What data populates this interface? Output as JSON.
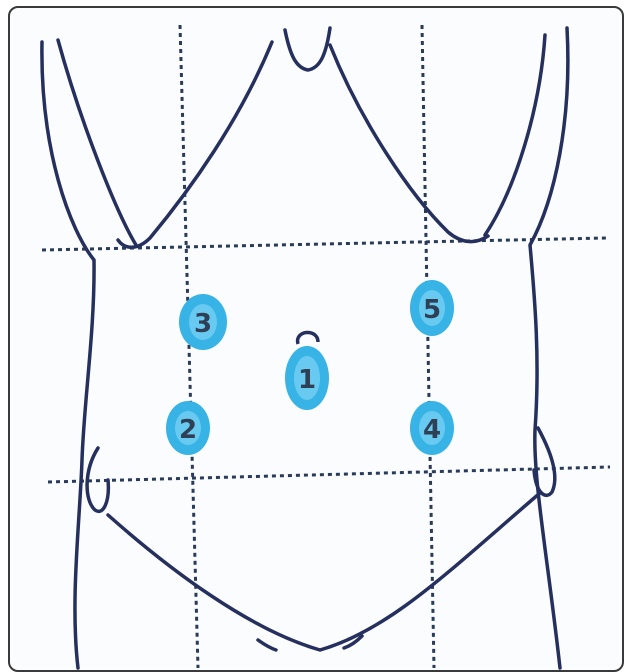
{
  "figure": {
    "ports": [
      {
        "id": "port-1",
        "label": "1"
      },
      {
        "id": "port-2",
        "label": "2"
      },
      {
        "id": "port-3",
        "label": "3"
      },
      {
        "id": "port-4",
        "label": "4"
      },
      {
        "id": "port-5",
        "label": "5"
      }
    ],
    "colors": {
      "outline": "#26305e",
      "gridline": "#2a3b5a",
      "port_fill": "#38b3e6",
      "port_highlight": "#8fdcf7"
    }
  }
}
